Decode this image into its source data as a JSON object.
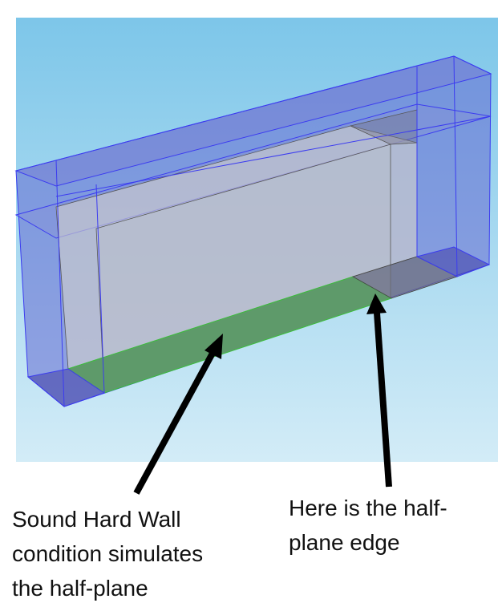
{
  "labels": {
    "sound_hard_wall": [
      "Sound Hard Wall",
      "condition simulates",
      "the half-plane"
    ],
    "half_plane_edge": [
      "Here is the half-",
      "plane edge"
    ]
  },
  "colors": {
    "sky_top": "#7dc6e9",
    "sky_bottom": "#d3ecf7",
    "pml_blue": "#6a6fd6",
    "inner_gray": "#b8bcc4",
    "floor_green": "#5e9a6a",
    "arrow": "#000000"
  }
}
